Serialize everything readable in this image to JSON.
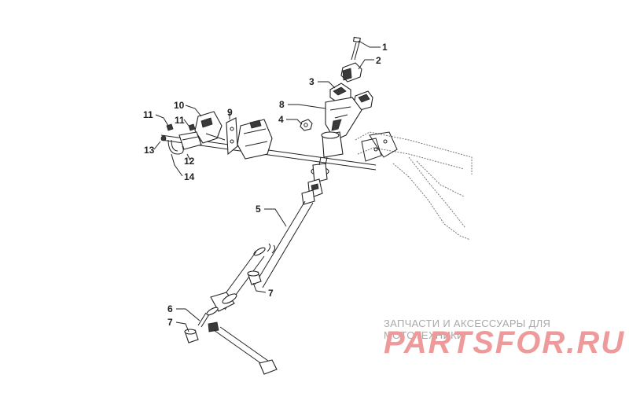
{
  "diagram": {
    "callouts": [
      "1",
      "2",
      "3",
      "4",
      "5",
      "6",
      "7",
      "7",
      "8",
      "9",
      "10",
      "11",
      "11",
      "12",
      "13",
      "14"
    ]
  },
  "watermark": {
    "caption": "ЗАПЧАСТИ И АКСЕССУАРЫ ДЛЯ МОТОТЕХНИКИ",
    "logo": "PARTSFOR.RU"
  },
  "colors": {
    "line": "#222222",
    "watermark_caption": "#a9a9a9",
    "watermark_logo": "#ef9a9a"
  }
}
